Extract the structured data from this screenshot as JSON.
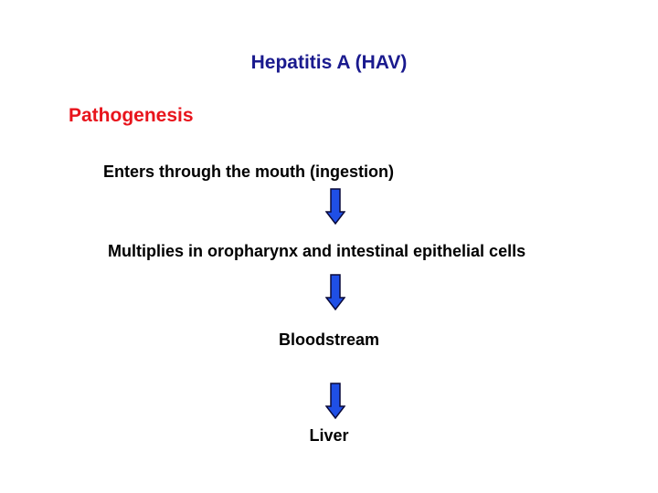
{
  "slide": {
    "title": "Hepatitis A (HAV)",
    "section_heading": "Pathogenesis"
  },
  "flow": {
    "steps": [
      "Enters through the mouth (ingestion)",
      "Multiplies in oropharynx and intestinal epithelial cells",
      "Bloodstream",
      "Liver"
    ]
  },
  "colors": {
    "title": "#1a1a8e",
    "section_heading": "#e8141c",
    "arrow_fill": "#1f4fe6",
    "arrow_stroke": "#0a0a3a"
  }
}
